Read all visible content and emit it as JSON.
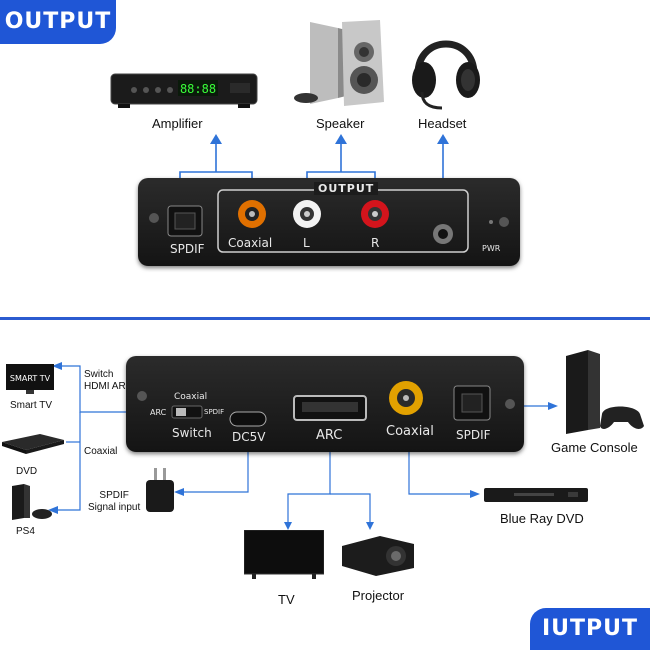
{
  "top": {
    "tag": "OUTPUT",
    "devices": {
      "amplifier": "Amplifier",
      "speaker": "Speaker",
      "headset": "Headset"
    },
    "panel": {
      "group_label": "OUTPUT",
      "spdif": "SPDIF",
      "coaxial": "Coaxial",
      "left": "L",
      "right": "R",
      "power": "PWR"
    },
    "amp_display": "88:88"
  },
  "bottom": {
    "tag": "IUTPUT",
    "left_devices": {
      "smart_tv": "Smart TV",
      "smart_tv_screen": "SMART TV",
      "dvd": "DVD",
      "ps4": "PS4"
    },
    "left_notes": {
      "switch_arc": "Switch\nHDMI ARC",
      "coaxial": "Coaxial",
      "spdif_signal": "SPDIF\nSignal input"
    },
    "panel": {
      "arc_small": "ARC",
      "coaxial_small": "Coaxial",
      "spdif_small": "SPDIF",
      "switch": "Switch",
      "dc5v": "DC5V",
      "arc": "ARC",
      "coaxial": "Coaxial",
      "spdif": "SPDIF"
    },
    "right_devices": {
      "game_console": "Game Console",
      "blue_ray": "Blue Ray DVD"
    },
    "bottom_devices": {
      "tv": "TV",
      "projector": "Projector"
    }
  },
  "colors": {
    "accent": "#1f56d6",
    "line": "#2f73d8",
    "panel": "#1c1c1c"
  }
}
